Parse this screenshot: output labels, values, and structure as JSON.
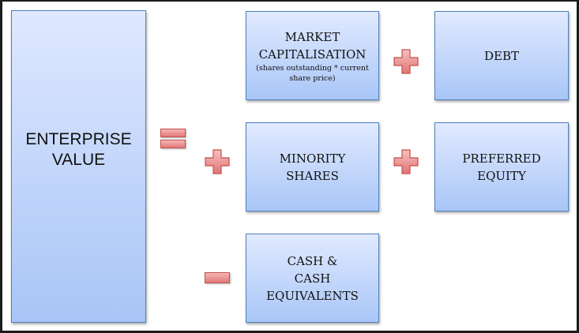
{
  "enterprise_value": {
    "line1": "ENTERPRISE",
    "line2": "VALUE"
  },
  "market_cap": {
    "line1": "MARKET",
    "line2": "CAPITALISATION",
    "sub1": "(shares outstanding * current",
    "sub2": "share price)"
  },
  "debt": {
    "label": "DEBT"
  },
  "minority": {
    "line1": "MINORITY",
    "line2": "SHARES"
  },
  "preferred": {
    "line1": "PREFERRED",
    "line2": "EQUITY"
  },
  "cash": {
    "line1": "CASH &",
    "line2": "CASH EQUIVALENTS"
  },
  "colors": {
    "box_border": "#4f81bd",
    "operator": "#e27a7a"
  }
}
